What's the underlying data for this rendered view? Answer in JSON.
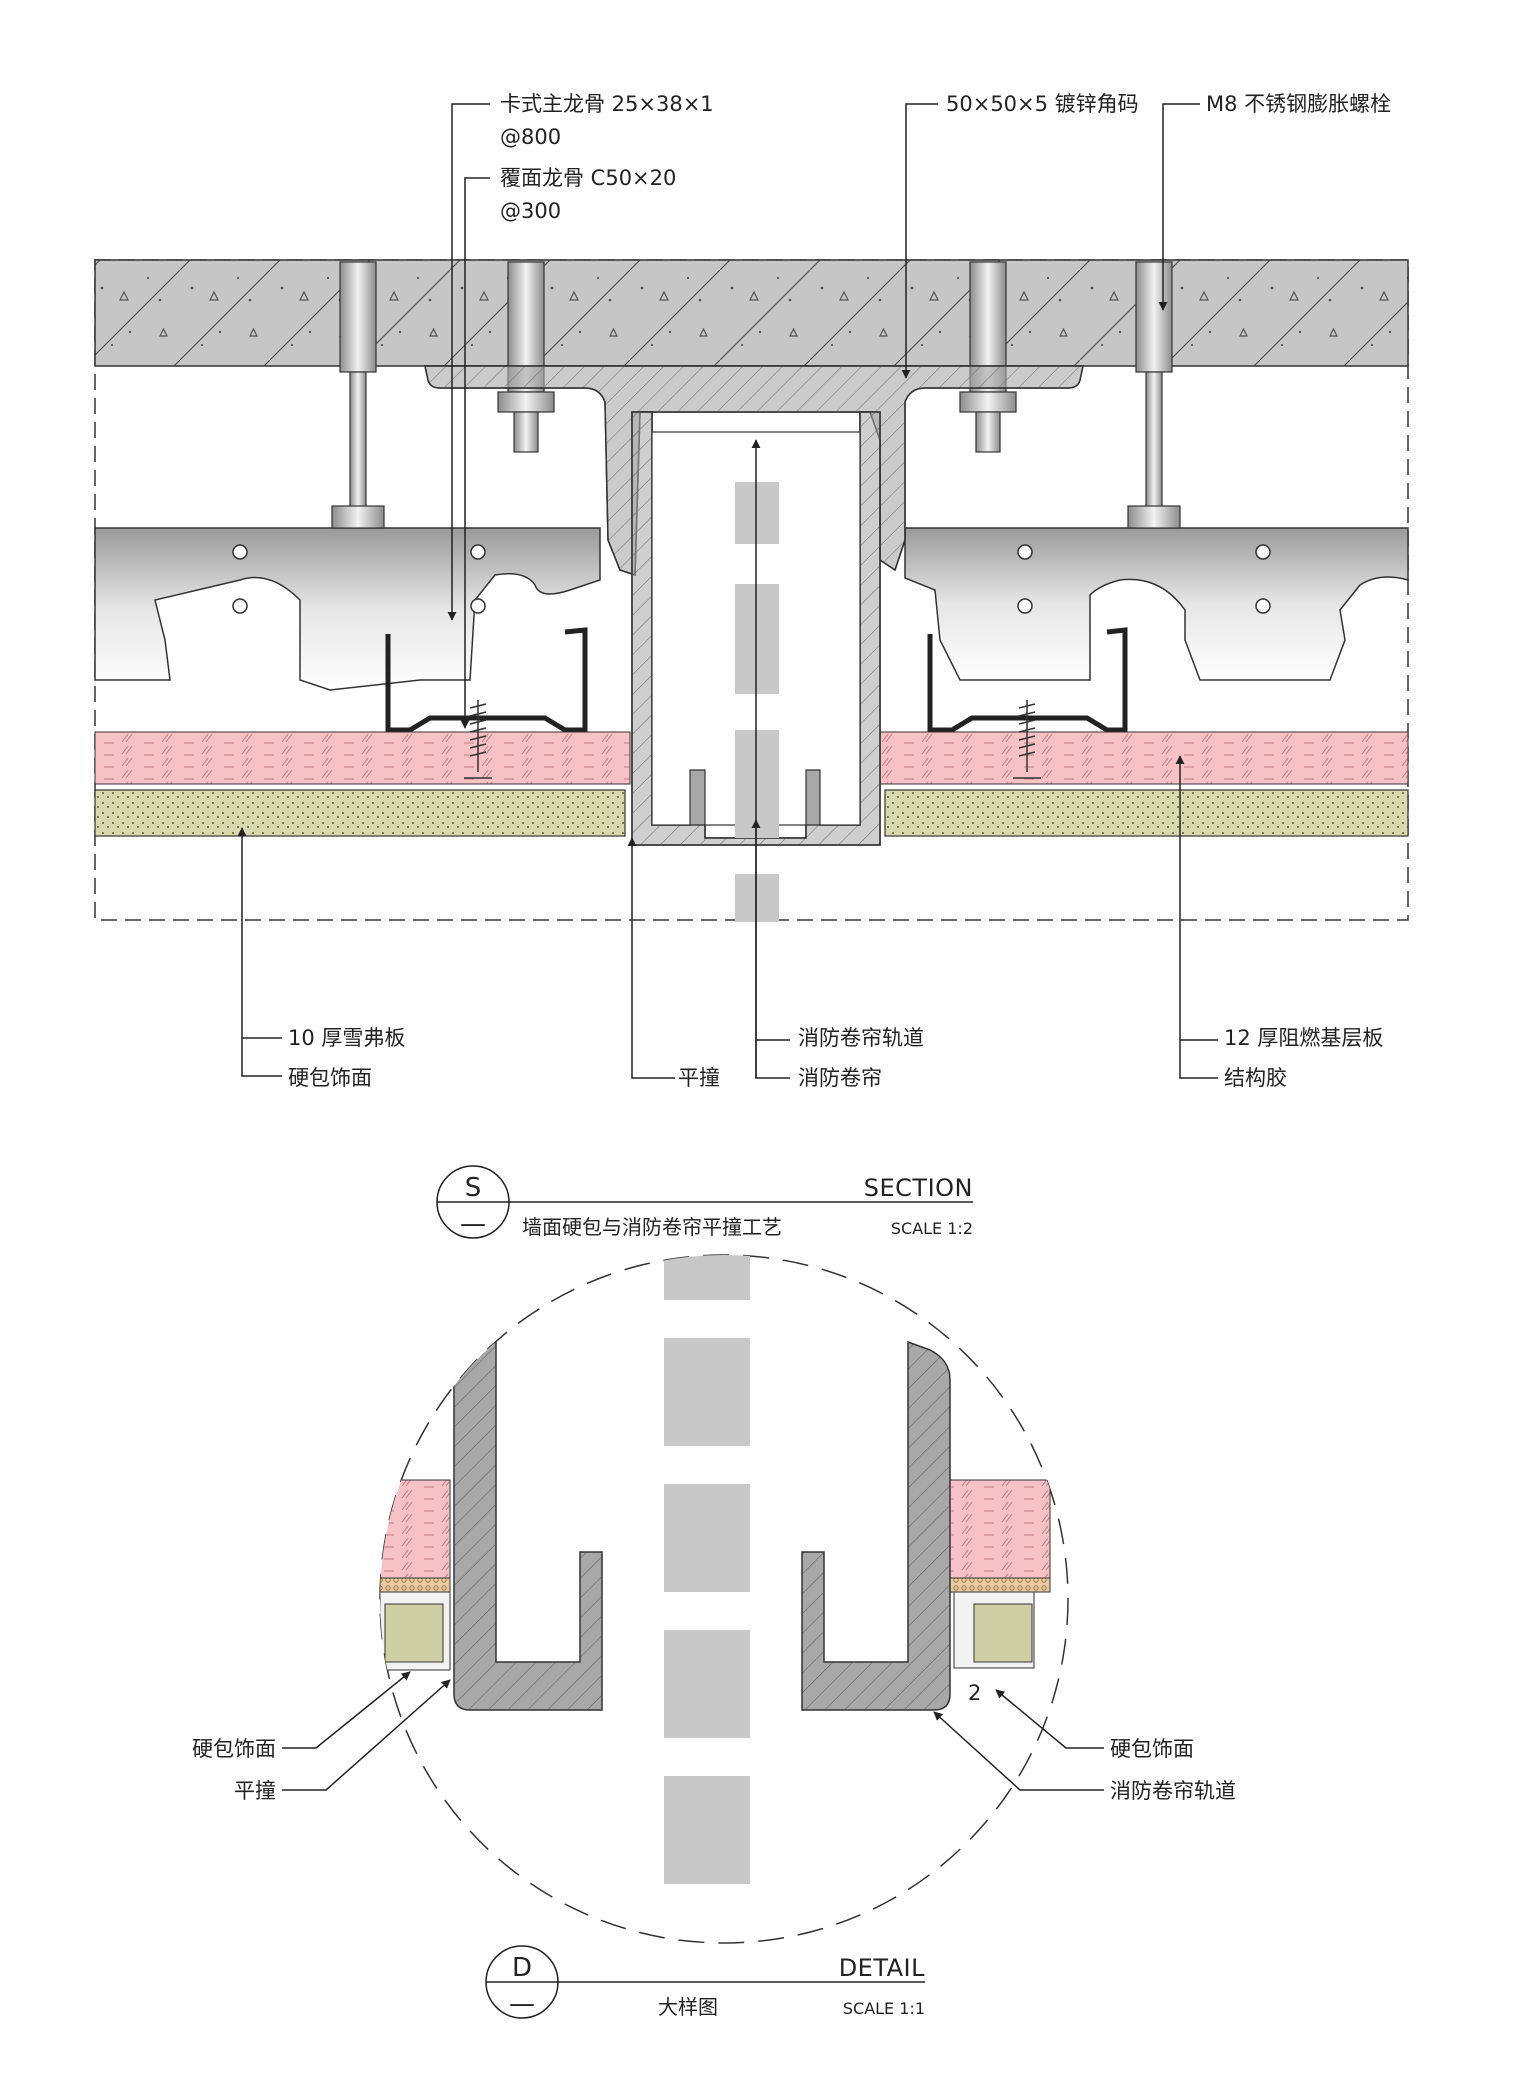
{
  "section": {
    "labels": {
      "main_keel": "卡式主龙骨 25×38×1",
      "main_keel_spacing": "@800",
      "cover_keel": "覆面龙骨 C50×20",
      "cover_keel_spacing": "@300",
      "angle_code": "50×50×5 镀锌角码",
      "bolt": "M8 不锈钢膨胀螺栓",
      "snowflake_board": "10 厚雪弗板",
      "hard_pack_finish": "硬包饰面",
      "flush_joint": "平撞",
      "shutter_track": "消防卷帘轨道",
      "fire_shutter": "消防卷帘",
      "base_board": "12 厚阻燃基层板",
      "structural_glue": "结构胶"
    },
    "title_block": {
      "marker_letter": "S",
      "marker_sub": "—",
      "caption": "SECTION",
      "title": "墙面硬包与消防卷帘平撞工艺",
      "scale": "SCALE 1:2"
    }
  },
  "detail": {
    "labels": {
      "hard_pack_finish_left": "硬包饰面",
      "flush_joint": "平撞",
      "hard_pack_finish_right": "硬包饰面",
      "shutter_track": "消防卷帘轨道",
      "dim_value": "2"
    },
    "title_block": {
      "marker_letter": "D",
      "marker_sub": "—",
      "caption": "DETAIL",
      "title": "大样图",
      "scale": "SCALE 1:1"
    }
  },
  "colors": {
    "concrete": "#c6c6c6",
    "steel": "#a8a8a8",
    "board_pink": "#f7c2c6",
    "snowflake_board": "#d9d9b0",
    "finish_green": "#cfcfa6",
    "shutter_gray": "#c8c8c8",
    "line": "#222222"
  }
}
